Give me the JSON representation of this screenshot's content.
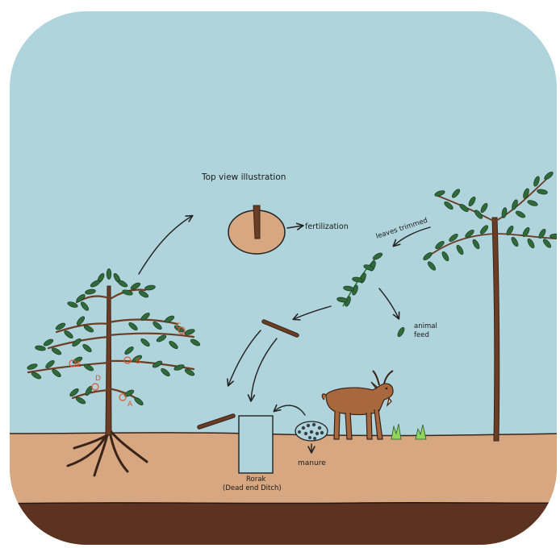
{
  "labels": {
    "top_view": "Top view illustration",
    "fertilization": "fertilization",
    "leaves_trimmed": "leaves trimmed",
    "animal_feed_1": "animal",
    "animal_feed_2": "feed",
    "manure": "manure",
    "rorak_1": "Rorak",
    "rorak_2": "(Dead end Ditch)"
  },
  "tree_markers": [
    "A",
    "B",
    "C",
    "D",
    "E"
  ],
  "colors": {
    "sky": "#b0d4dc",
    "ground": "#d6a780",
    "soil": "#5b3320",
    "trunk": "#6b3d24",
    "leaf": "#2f6b3a",
    "leaf_light": "#5a9a4e",
    "goat": "#a8683e",
    "marker": "#e0552f"
  }
}
